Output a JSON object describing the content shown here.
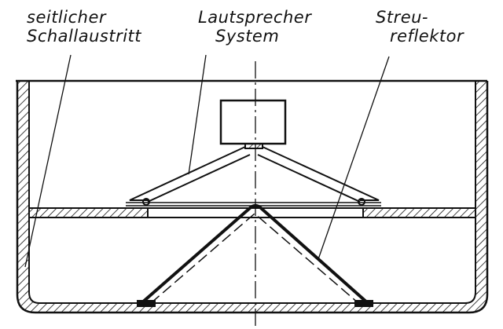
{
  "labels": {
    "side_outlet_line1": "seitlicher",
    "side_outlet_line2": "Schallaustritt",
    "speaker_line1": "Lautsprecher",
    "speaker_line2": "System",
    "reflector_line1": "Streu-",
    "reflector_line2": "reflektor"
  }
}
